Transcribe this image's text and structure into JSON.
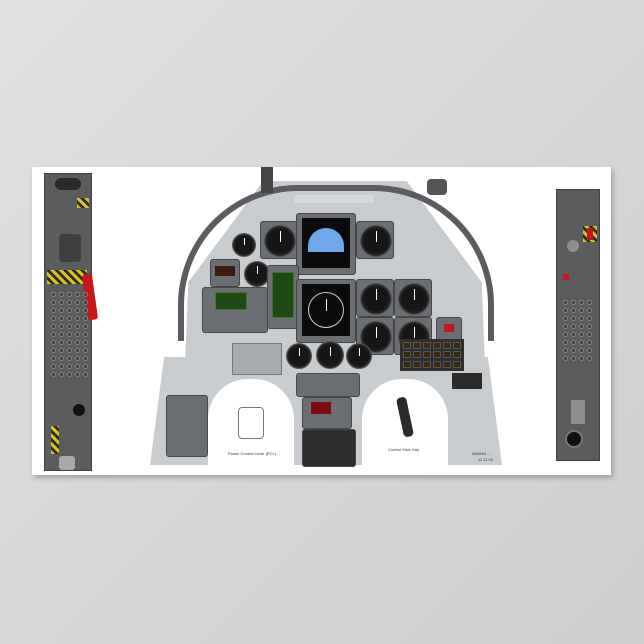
{
  "poster": {
    "subject": "Aircraft cockpit instrument panel layout",
    "background_color": "#dcdbdb",
    "paper_color": "#ffffff"
  },
  "panels": {
    "left_console": {
      "name": "Left Console"
    },
    "front_panel": {
      "name": "Front Instrument Panel"
    },
    "right_console": {
      "name": "Right Console"
    }
  },
  "instruments": {
    "adi_display": "Primary flight display (attitude)",
    "hsi_display": "Navigation display (HSI)",
    "engine_display": "Engine indicators",
    "caution_panel": "Annunciator / caution panel",
    "ufcp": "Up-front control panel",
    "clock": "Clock"
  },
  "captions": {
    "pcl": "Power Control Lever (PCL)",
    "stick": "Control Stick Grip",
    "drawing_id": "AK5454 ...",
    "drawing_date": "11.11.00"
  },
  "colors": {
    "panel_gray": "#c9cccf",
    "console_gray": "#5b5c5e",
    "sky_blue": "#6fa8e8",
    "warning_red": "#c8161d",
    "hazard_yellow": "#d8c21c",
    "display_green": "#1f4a16"
  }
}
